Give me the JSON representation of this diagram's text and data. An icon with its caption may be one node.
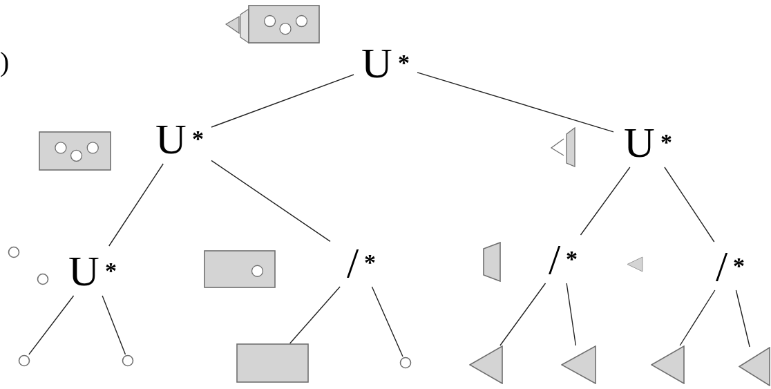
{
  "diagram": {
    "nodes": [
      {
        "text": [],
        "shape": "box"
      },
      {
        "text": [
          "U$^{*}$"
        ]
      },
      {
        "text": [],
        "shape": "box"
      },
      {
        "text": [
          "U$^{*}$"
        ]
      },
      {
        "text": [],
        "shape": "triangle"
      },
      {
        "text": [
          "U$^{*}$"
        ]
      },
      {
        "text": [],
        "shape": "circle"
      },
      {
        "text": [],
        "shape": "circle"
      },
      {
        "text": [
          "U$^{*}$"
        ]
      },
      {
        "text": [],
        "shape": "box"
      },
      {
        "text": [
          "/$^{*}$"
        ]
      },
      {
        "text": [],
        "shape": "triangle"
      },
      {
        "text": [
          "/$^{*}$"
        ]
      },
      {
        "text": [],
        "shape": "triangle"
      },
      {
        "text": [
          "/$^{*}$"
        ]
      },
      {
        "text": [],
        "shape": "circle"
      },
      {
        "text": [],
        "shape": "circle"
      },
      {
        "text": [],
        "shape": "box"
      },
      {
        "text": [],
        "shape": "circle"
      },
      {
        "text": [],
        "shape": "triangle"
      },
      {
        "text": [],
        "shape": "triangle"
      },
      {
        "text": [],
        "shape": "triangle"
      },
      {
        "text": [],
        "shape": "triangle"
      }
    ],
    "edges": [
      {
        "from": 1,
        "to": 3,
        "arrow": "none"
      },
      {
        "from": 1,
        "to": 5,
        "arrow": "none"
      },
      {
        "from": 3,
        "to": 8,
        "arrow": "none"
      },
      {
        "from": 3,
        "to": 10,
        "arrow": "none"
      },
      {
        "from": 5,
        "to": 12,
        "arrow": "none"
      },
      {
        "from": 5,
        "to": 14,
        "arrow": "none"
      },
      {
        "from": 8,
        "to": 15,
        "arrow": "none"
      },
      {
        "from": 8,
        "to": 16,
        "arrow": "none"
      },
      {
        "from": 10,
        "to": 17,
        "arrow": "none"
      },
      {
        "from": 10,
        "to": 18,
        "arrow": "none"
      },
      {
        "from": 12,
        "to": 19,
        "arrow": "none"
      },
      {
        "from": 12,
        "to": 20,
        "arrow": "none"
      },
      {
        "from": 14,
        "to": 21,
        "arrow": "none"
      },
      {
        "from": 14,
        "to": 22,
        "arrow": "none"
      }
    ],
    "labels": [
      ")"
    ]
  }
}
